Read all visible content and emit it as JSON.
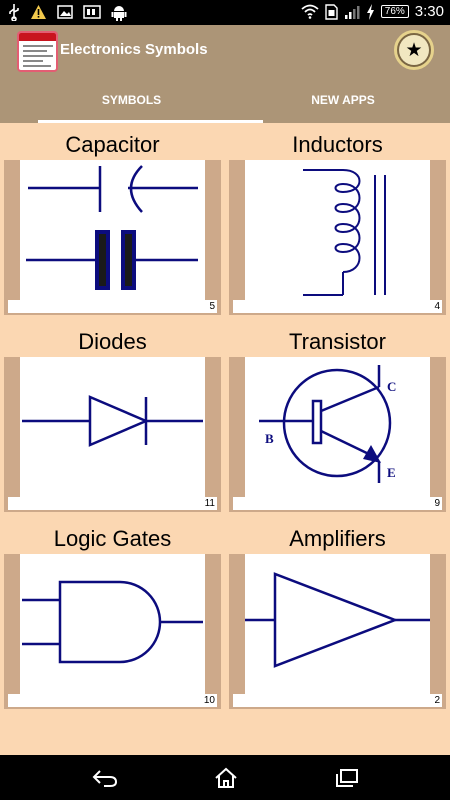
{
  "status_bar": {
    "battery": "76%",
    "time": "3:30"
  },
  "app_bar": {
    "title": "Electronics Symbols"
  },
  "tabs": [
    {
      "label": "SYMBOLS",
      "active": true
    },
    {
      "label": "NEW APPS",
      "active": false
    }
  ],
  "cards": [
    {
      "title": "Capacitor",
      "count": "5",
      "icon": "capacitor-symbol-icon"
    },
    {
      "title": "Inductors",
      "count": "4",
      "icon": "inductor-symbol-icon"
    },
    {
      "title": "Diodes",
      "count": "11",
      "icon": "diode-symbol-icon"
    },
    {
      "title": "Transistor",
      "count": "9",
      "icon": "transistor-symbol-icon",
      "labels": {
        "collector": "C",
        "base": "B",
        "emitter": "E"
      }
    },
    {
      "title": "Logic Gates",
      "count": "10",
      "icon": "and-gate-symbol-icon"
    },
    {
      "title": "Amplifiers",
      "count": "2",
      "icon": "amplifier-symbol-icon"
    }
  ],
  "colors": {
    "app_bar": "#ac9577",
    "card_background": "#fbd7b2",
    "card_frame": "#cda98a",
    "symbol_stroke": "#0c0c7e"
  }
}
